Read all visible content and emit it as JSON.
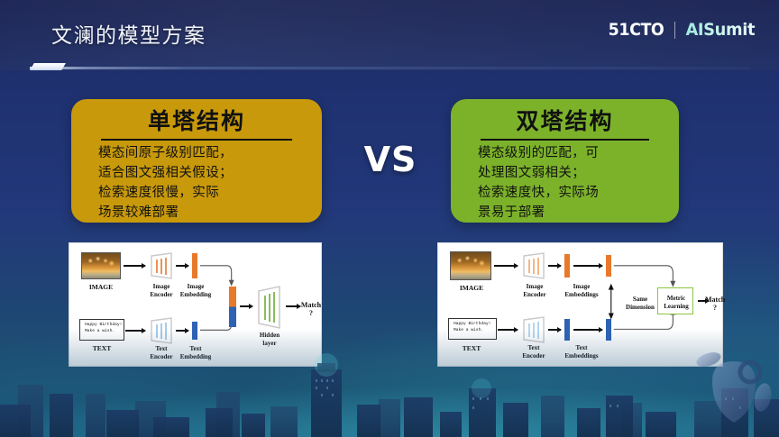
{
  "header": {
    "title": "文澜的模型方案",
    "brand_left": "51CTO",
    "brand_right": "AISumit"
  },
  "comparison": {
    "vs_label": "VS",
    "left": {
      "title": "单塔结构",
      "accent_color": "#c8990b",
      "lines": [
        "模态间原子级别匹配，",
        "适合图文强相关假设；",
        "检索速度很慢，实际",
        "场景较难部署"
      ]
    },
    "right": {
      "title": "双塔结构",
      "accent_color": "#7cb22a",
      "lines": [
        "模态级别的匹配，可",
        "处理图文弱相关；",
        "检索速度快，实际场",
        "景易于部署"
      ]
    }
  },
  "diagram_left": {
    "image_label": "IMAGE",
    "image_encoder": "Image\nEncoder",
    "image_encoder_l1": "Image",
    "image_encoder_l2": "Encoder",
    "image_embedding_l1": "Image",
    "image_embedding_l2": "Embedding",
    "text_sample_l1": "Happy Birthday!",
    "text_sample_l2": "Make a wish.",
    "text_label": "TEXT",
    "text_encoder_l1": "Text",
    "text_encoder_l2": "Encoder",
    "text_embedding_l1": "Text",
    "text_embedding_l2": "Embedding",
    "hidden_l1": "Hidden",
    "hidden_l2": "layer",
    "output": "Match ?"
  },
  "diagram_right": {
    "image_label": "IMAGE",
    "image_encoder_l1": "Image",
    "image_encoder_l2": "Encoder",
    "image_embedding_l1": "Image",
    "image_embedding_l2": "Embeddings",
    "text_sample_l1": "Happy Birthday!",
    "text_sample_l2": "Make a wish.",
    "text_label": "TEXT",
    "text_encoder_l1": "Text",
    "text_encoder_l2": "Encoder",
    "text_embedding_l1": "Text",
    "text_embedding_l2": "Embeddings",
    "same_dim_l1": "Same",
    "same_dim_l2": "Dimension",
    "metric_l1": "Metric",
    "metric_l2": "Learning",
    "output": "Match ?"
  },
  "theme": {
    "background_top": "#1b2455",
    "background_mid": "#22387a",
    "background_bottom": "#1a5a72",
    "orange": "#e8792b",
    "blue": "#2e62b4",
    "green": "#8cc63f"
  }
}
